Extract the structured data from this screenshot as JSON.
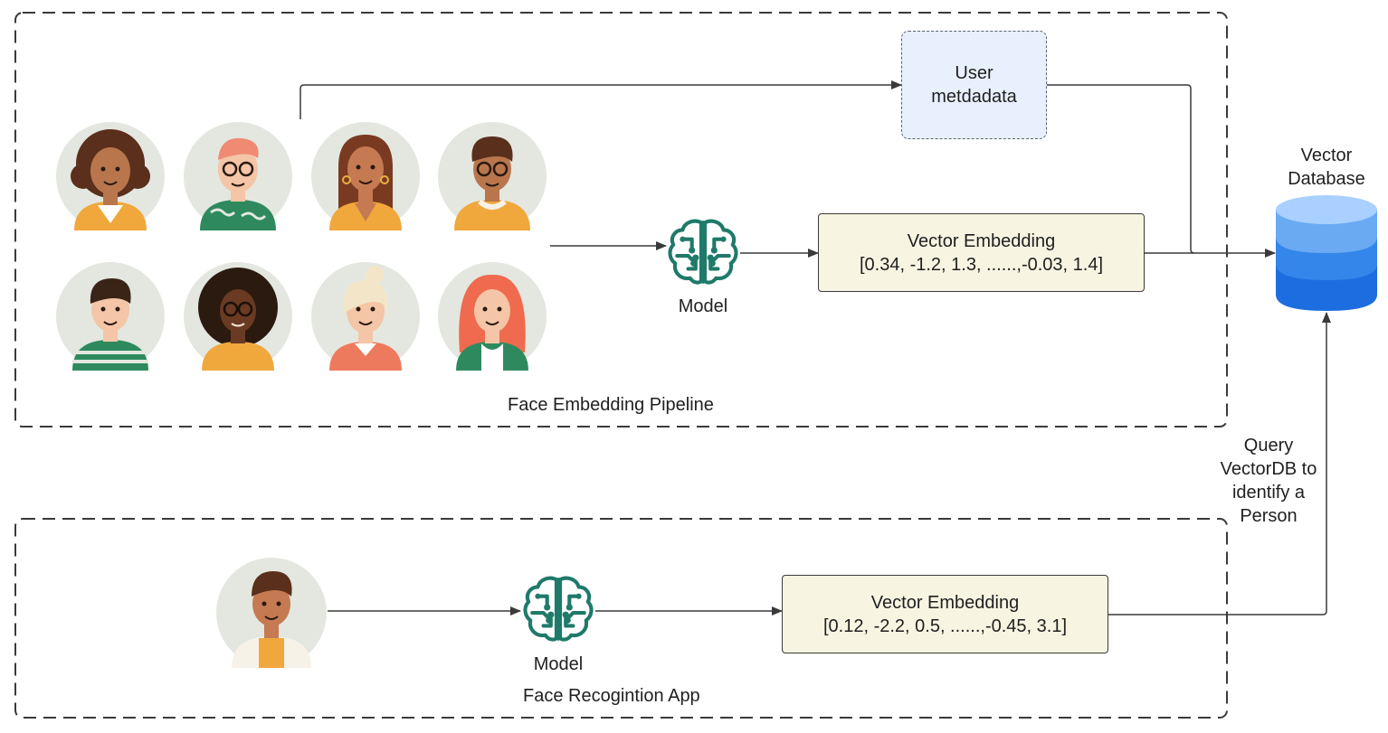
{
  "pipeline": {
    "title": "Face Embedding Pipeline",
    "model_label": "Model",
    "metadata_label_line1": "User",
    "metadata_label_line2": "metdadata",
    "embedding_title": "Vector Embedding",
    "embedding_values": "[0.34, -1.2, 1.3, ......,-0.03, 1.4]",
    "faces": [
      {
        "name": "face-curly-brown-woman-icon"
      },
      {
        "name": "face-pink-hair-glasses-man-icon"
      },
      {
        "name": "face-long-hair-woman-icon"
      },
      {
        "name": "face-glasses-curly-man-icon"
      },
      {
        "name": "face-striped-shirt-man-icon"
      },
      {
        "name": "face-afro-glasses-woman-icon"
      },
      {
        "name": "face-blonde-bun-woman-icon"
      },
      {
        "name": "face-red-curly-woman-icon"
      }
    ]
  },
  "database": {
    "label_line1": "Vector",
    "label_line2": "Database"
  },
  "query": {
    "line1": "Query",
    "line2": "VectorDB to",
    "line3": "identify a",
    "line4": "Person"
  },
  "app": {
    "title": "Face Recogintion App",
    "model_label": "Model",
    "embedding_title": "Vector Embedding",
    "embedding_values": "[0.12, -2.2, 0.5, ......,-0.45, 3.1]"
  },
  "colors": {
    "line": "#3a3a3a",
    "model_green": "#1f7a6a",
    "face_bg": "#e3e7e0",
    "db_top": "#a9d0ff",
    "db_mid": "#4c97f0",
    "db_bottom": "#1c6ee0",
    "embed_fill": "#f7f4e2",
    "meta_fill": "#e8f0fd"
  }
}
